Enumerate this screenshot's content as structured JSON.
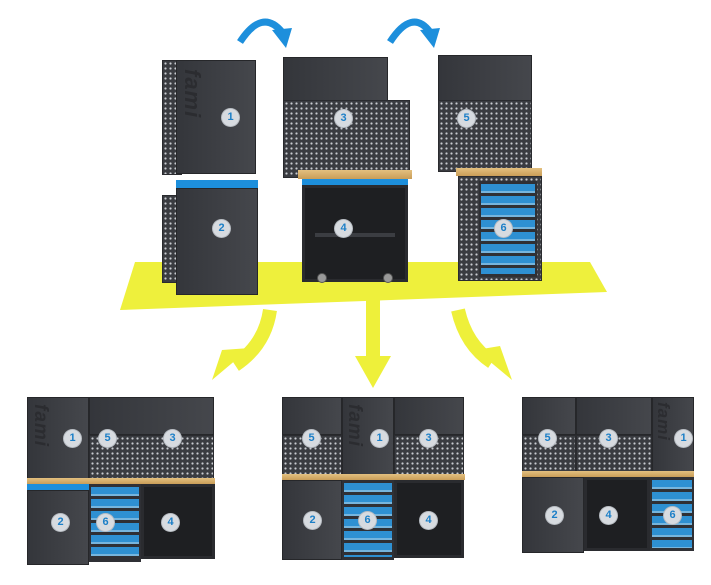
{
  "logo_text": "fami",
  "badges": {
    "b1": "1",
    "b2": "2",
    "b3": "3",
    "b4": "4",
    "b5": "5",
    "b6": "6"
  },
  "colors": {
    "floor": "#f0f03c",
    "arrow_yellow": "#eef03a",
    "arrow_blue": "#1d8fdc",
    "cabinet": "#3b3d42",
    "accent": "#1d8fdc"
  }
}
